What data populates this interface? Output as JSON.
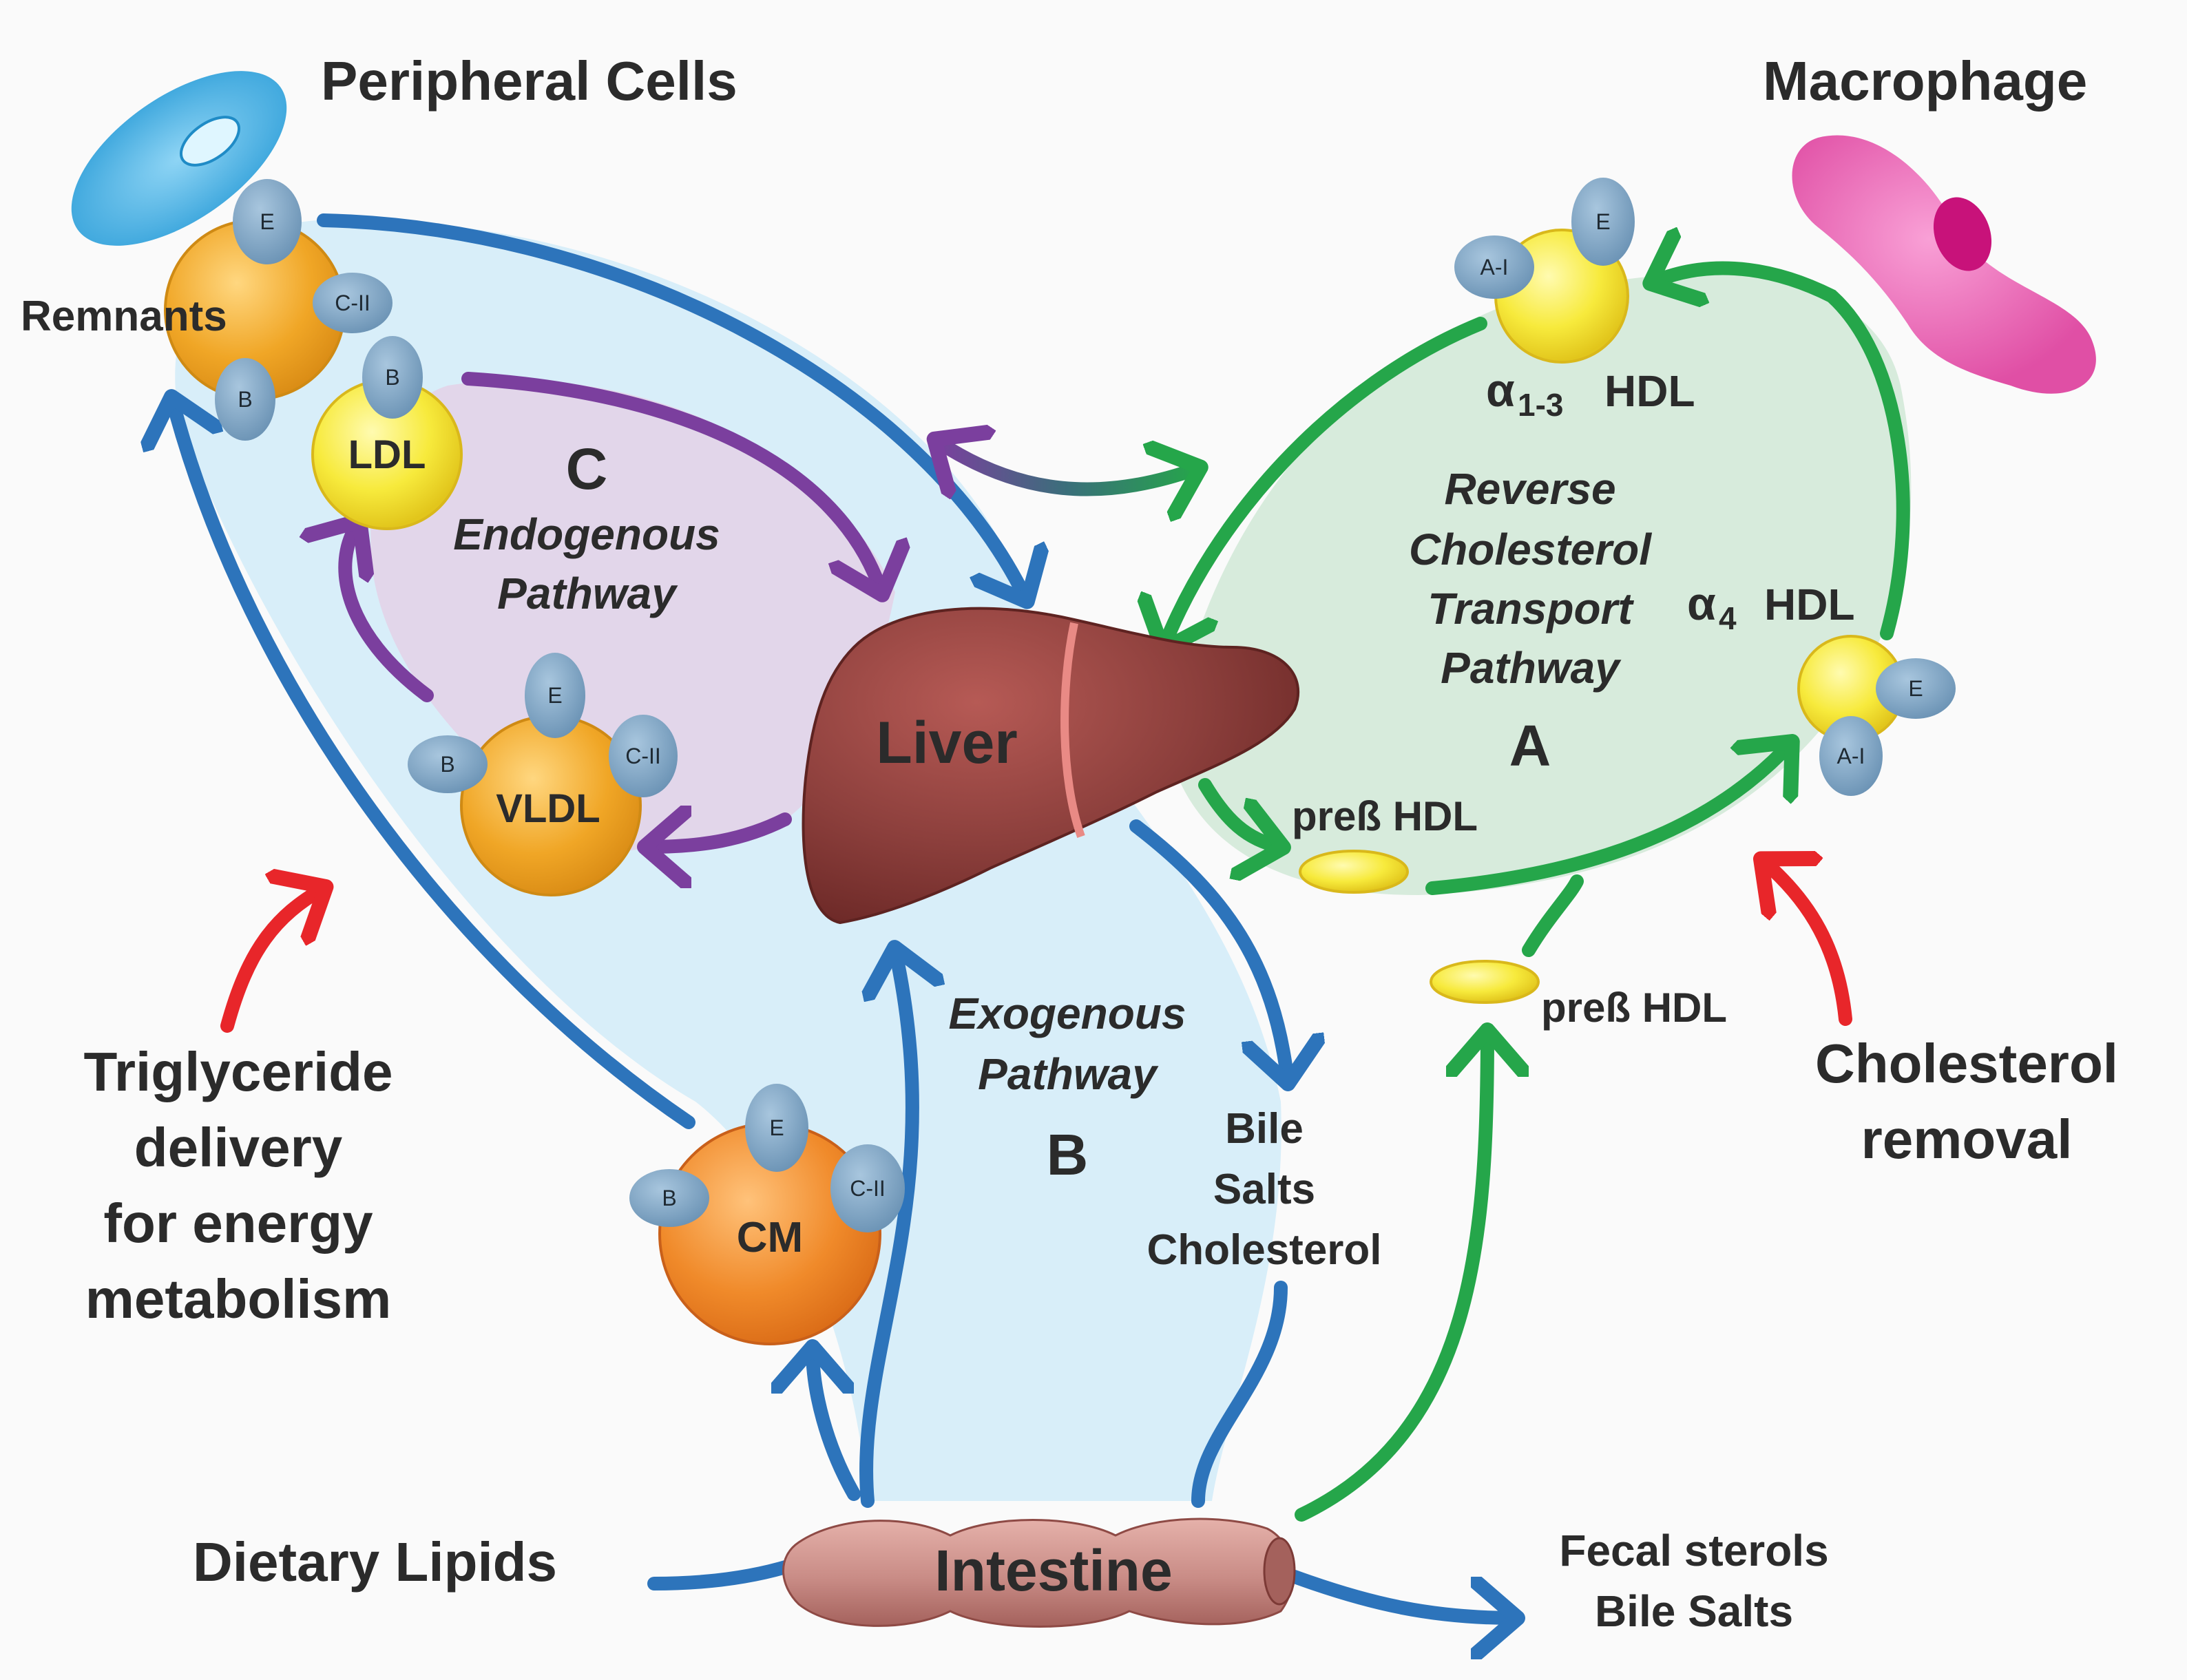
{
  "colors": {
    "blue_arrow": "#2d74bb",
    "green_arrow": "#25a64a",
    "purple_arrow": "#7b3f9e",
    "red_arrow": "#e8262a",
    "blue_region": "#d8eef9",
    "green_region": "#d7ebdc",
    "purple_region": "#e2d6ea",
    "liver": "#8c3f3c",
    "intestine": "#c98c86",
    "apo": "#7a9fbe",
    "yellow_particle": "#f7ea3c",
    "orange_particle": "#f0a626"
  },
  "titles": {
    "peripheral": "Peripheral Cells",
    "macrophage": "Macrophage"
  },
  "organs": {
    "liver": "Liver",
    "intestine": "Intestine"
  },
  "pathways": {
    "endogenous_letter": "C",
    "endogenous_l1": "Endogenous",
    "endogenous_l2": "Pathway",
    "exogenous_l1": "Exogenous",
    "exogenous_l2": "Pathway",
    "exogenous_letter": "B",
    "reverse_l1": "Reverse",
    "reverse_l2": "Cholesterol",
    "reverse_l3": "Transport",
    "reverse_l4": "Pathway",
    "reverse_letter": "A"
  },
  "particles": {
    "remnants": "Remnants",
    "ldl": "LDL",
    "vldl": "VLDL",
    "cm": "CM",
    "hdl_a13_sym": "α",
    "hdl_a13_sub": "1-3",
    "hdl_a13_text": "HDL",
    "hdl_a4_sym": "α",
    "hdl_a4_sub": "4",
    "hdl_a4_text": "HDL",
    "preb_hdl_top": "preß HDL",
    "preb_hdl_bottom": "preß HDL"
  },
  "apos": {
    "E": "E",
    "B": "B",
    "CII": "C-II",
    "AI": "A-I"
  },
  "side_labels": {
    "tg_l1": "Triglyceride",
    "tg_l2": "delivery",
    "tg_l3": "for energy",
    "tg_l4": "metabolism",
    "chol_l1": "Cholesterol",
    "chol_l2": "removal",
    "dietary": "Dietary Lipids",
    "bile_l1": "Bile",
    "bile_l2": "Salts",
    "bile_l3": "Cholesterol",
    "fecal_l1": "Fecal sterols",
    "fecal_l2": "Bile Salts"
  }
}
